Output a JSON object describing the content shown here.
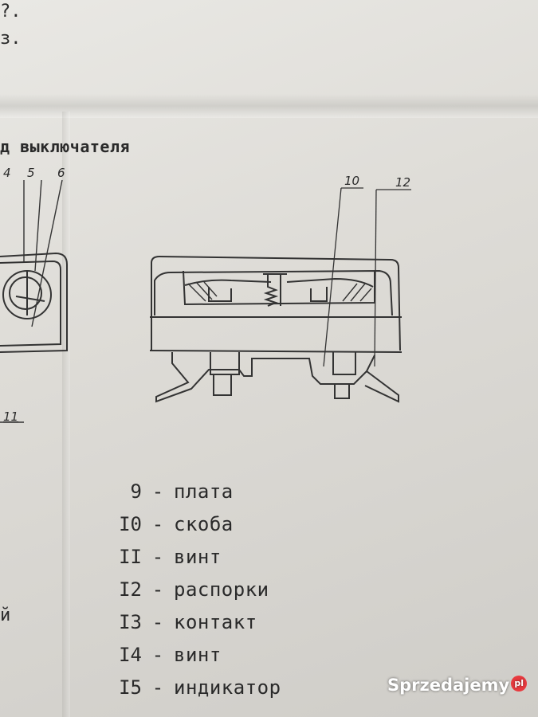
{
  "top_text": [
    "?.",
    "з."
  ],
  "heading": "д выключателя",
  "left_drawing": {
    "callouts": [
      "4",
      "5",
      "6"
    ],
    "label_bottom": "11"
  },
  "right_drawing": {
    "callouts": [
      "10",
      "12"
    ]
  },
  "legend": [
    {
      "num": "9",
      "dash": "-",
      "name": "плата"
    },
    {
      "num": "I0",
      "dash": "-",
      "name": "скоба"
    },
    {
      "num": "II",
      "dash": "-",
      "name": "винт"
    },
    {
      "num": "I2",
      "dash": "-",
      "name": "распорки"
    },
    {
      "num": "I3",
      "dash": "-",
      "name": "контакт"
    },
    {
      "num": "I4",
      "dash": "-",
      "name": "винт"
    },
    {
      "num": "I5",
      "dash": "-",
      "name": "индикатор"
    }
  ],
  "left_margin_glyph": "й",
  "watermark": {
    "text": "Sprzedajemy",
    "badge": "pl"
  }
}
